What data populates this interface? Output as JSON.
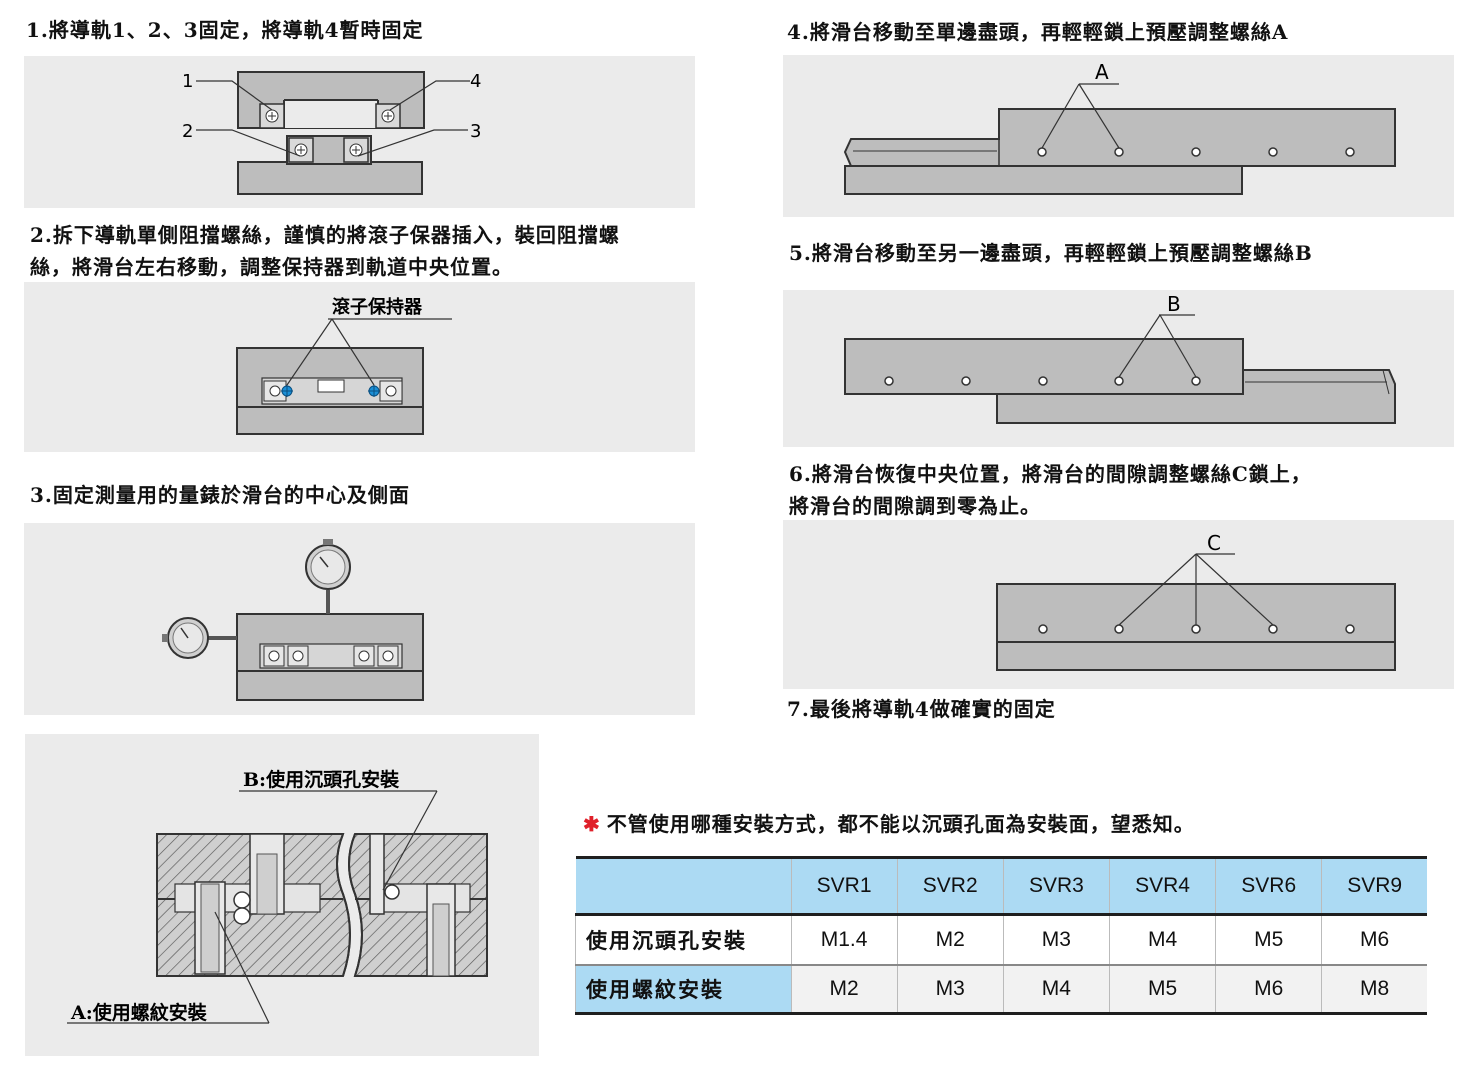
{
  "steps": {
    "s1": "1.將導軌1、2、3固定，將導軌4暫時固定",
    "s2a": "2.拆下導軌單側阻擋螺絲，謹慎的將滾子保器插入，裝回阻擋螺",
    "s2b": "絲，將滑台左右移動，調整保持器到軌道中央位置。",
    "s3": "3.固定測量用的量錶於滑台的中心及側面",
    "s4": "4.將滑台移動至單邊盡頭，再輕輕鎖上預壓調整螺絲A",
    "s5": "5.將滑台移動至另一邊盡頭，再輕輕鎖上預壓調整螺絲B",
    "s6a": "6.將滑台恢復中央位置，將滑台的間隙調整螺絲C鎖上，",
    "s6b": "將滑台的間隙調到零為止。",
    "s7": "7.最後將導軌4做確實的固定"
  },
  "figure_labels": {
    "rail_1": "1",
    "rail_2": "2",
    "rail_3": "3",
    "rail_4": "4",
    "roller_retainer": "滾子保持器",
    "screw_a": "A",
    "screw_b": "B",
    "screw_c": "C",
    "mount_b": "B:使用沉頭孔安裝",
    "mount_a": "A:使用螺紋安裝"
  },
  "note": {
    "star": "✱",
    "text": "不管使用哪種安裝方式，都不能以沉頭孔面為安裝面，望悉知。"
  },
  "table": {
    "columns": [
      "SVR1",
      "SVR2",
      "SVR3",
      "SVR4",
      "SVR6",
      "SVR9"
    ],
    "rows": [
      {
        "label": "使用沉頭孔安裝",
        "values": [
          "M1.4",
          "M2",
          "M3",
          "M4",
          "M5",
          "M6"
        ]
      },
      {
        "label": "使用螺紋安裝",
        "values": [
          "M2",
          "M3",
          "M4",
          "M5",
          "M6",
          "M8"
        ]
      }
    ]
  },
  "colors": {
    "panel_bg": "#ebebeb",
    "part_fill": "#bdbdbd",
    "table_header": "#acdaf3",
    "accent_star": "#e0202a",
    "retainer_blue": "#1a8fd6"
  }
}
